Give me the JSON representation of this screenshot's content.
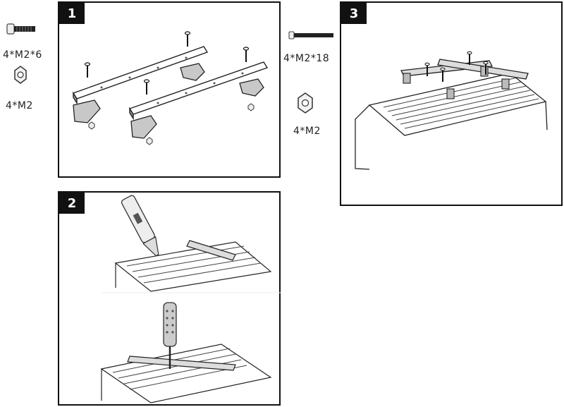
{
  "parts_left": {
    "screw_label": "4*M2*6",
    "nut_label": "4*M2"
  },
  "parts_middle": {
    "screw_label": "4*M2*18",
    "nut_label": "4*M2"
  },
  "steps": [
    {
      "number": "1"
    },
    {
      "number": "2"
    },
    {
      "number": "3"
    }
  ]
}
